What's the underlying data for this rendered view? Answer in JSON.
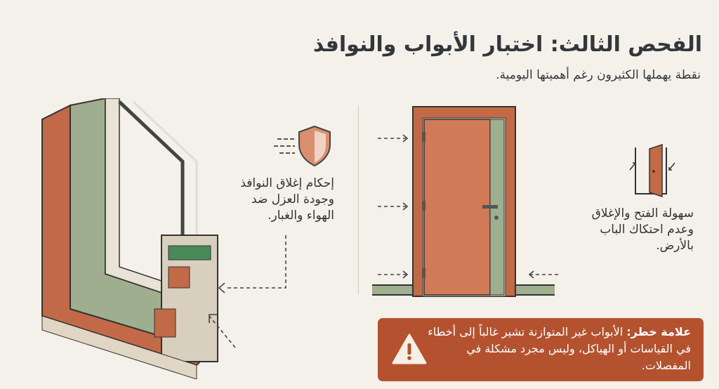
{
  "title": "الفحص الثالث: اختبار الأبواب والنوافذ",
  "subtitle": "نقطة يهملها الكثيرون رغم أهميتها اليومية.",
  "window_note": {
    "lines": [
      "إحكام إغلاق النوافذ",
      "وجودة العزل ضد",
      "الهواء والغبار."
    ]
  },
  "door_note": {
    "lines": [
      "سهولة الفتح والإغلاق",
      "وعدم احتكاك الباب",
      "بالأرض."
    ]
  },
  "alert": {
    "label": "علامة خطر:",
    "text": "الأبواب غير المتوازنة تشير غالباً إلى أخطاء في القياسات أو الهياكل، وليس مجرد مشكلة في المفصلات."
  },
  "colors": {
    "background": "#f3f1e9",
    "terracotta": "#c4704c",
    "alert": "#b4522f",
    "green": "#9fae8f"
  }
}
